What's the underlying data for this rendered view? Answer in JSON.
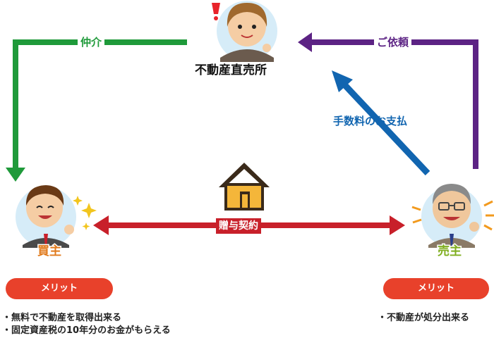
{
  "office": {
    "title": "不動産直売所"
  },
  "arrows": {
    "mediation": "仲介",
    "request": "ご依頼",
    "fee_payment": "手数料のお支払",
    "gift_contract": "贈与契約"
  },
  "buyer": {
    "role": "買主",
    "merit_label": "メリット",
    "merits": [
      "・無料で不動産を取得出来る",
      "・固定資産税の10年分のお金がもらえる"
    ]
  },
  "seller": {
    "role": "売主",
    "merit_label": "メリット",
    "merits": [
      "・不動産が処分出来る"
    ]
  },
  "colors": {
    "green": "#1f9a3a",
    "purple": "#5c2384",
    "blue": "#1165b0",
    "red": "#c8202a",
    "pill": "#e8412b"
  }
}
